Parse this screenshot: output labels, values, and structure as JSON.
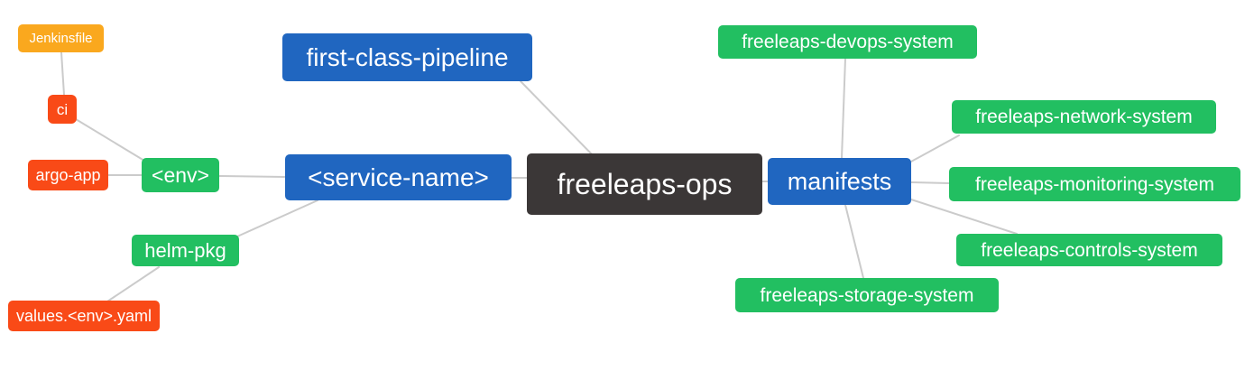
{
  "diagram": {
    "kind": "mindmap",
    "root": "freeleaps-ops"
  },
  "nodes": {
    "jenkinsfile": "Jenkinsfile",
    "ci": "ci",
    "argo_app": "argo-app",
    "env": "<env>",
    "helm_pkg": "helm-pkg",
    "values_env_yaml": "values.<env>.yaml",
    "first_class_pipeline": "first-class-pipeline",
    "service_name": "<service-name>",
    "freeleaps_ops": "freeleaps-ops",
    "manifests": "manifests",
    "devops_system": "freeleaps-devops-system",
    "network_system": "freeleaps-network-system",
    "monitoring_system": "freeleaps-monitoring-system",
    "controls_system": "freeleaps-controls-system",
    "storage_system": "freeleaps-storage-system"
  },
  "edges": [
    [
      "jenkinsfile",
      "ci"
    ],
    [
      "ci",
      "env"
    ],
    [
      "argo_app",
      "env"
    ],
    [
      "env",
      "service_name"
    ],
    [
      "service_name",
      "helm_pkg"
    ],
    [
      "helm_pkg",
      "values_env_yaml"
    ],
    [
      "first_class_pipeline",
      "freeleaps_ops"
    ],
    [
      "service_name",
      "freeleaps_ops"
    ],
    [
      "freeleaps_ops",
      "manifests"
    ],
    [
      "manifests",
      "devops_system"
    ],
    [
      "manifests",
      "network_system"
    ],
    [
      "manifests",
      "monitoring_system"
    ],
    [
      "manifests",
      "controls_system"
    ],
    [
      "manifests",
      "storage_system"
    ]
  ],
  "colors": {
    "blue_node": "#2066C0",
    "green_node": "#22BF61",
    "red_node": "#F94A17",
    "orange_node": "#FAA81E",
    "dark_node": "#3B3737",
    "edge_line": "#CBCBCB",
    "node_text": "#FFFFFF",
    "background": "#FFFFFF"
  }
}
